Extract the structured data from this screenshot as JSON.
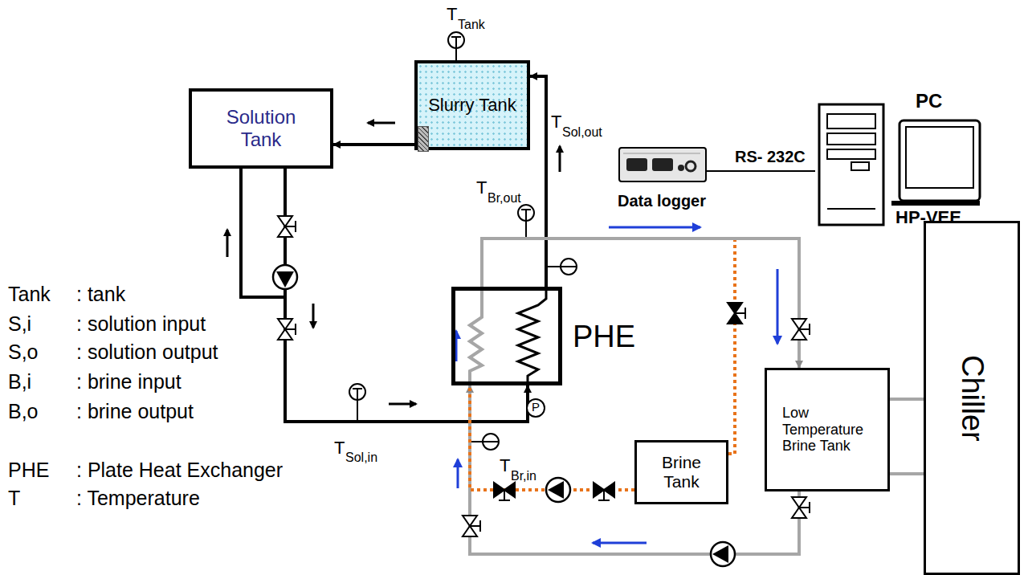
{
  "diagram": {
    "nodes": [
      {
        "text": [
          "Solution Tank"
        ]
      },
      {
        "text": [
          "Slurry Tank"
        ]
      },
      {
        "text": [
          "PHE"
        ]
      },
      {
        "text": [
          "Data logger"
        ]
      },
      {
        "text": [
          "PC",
          "HP-VEE"
        ]
      },
      {
        "text": [
          "Brine Tank"
        ]
      },
      {
        "text": [
          "Low Temperature Brine Tank"
        ]
      },
      {
        "text": [
          "Chiller"
        ]
      }
    ],
    "edges": [
      {
        "from": 0,
        "to": 2,
        "arrow": "to"
      },
      {
        "from": 2,
        "to": 1,
        "arrow": "to"
      },
      {
        "from": 1,
        "to": 0,
        "arrow": "to"
      },
      {
        "from": 3,
        "to": 4,
        "label": "RS- 232C",
        "arrow": "none"
      },
      {
        "from": 2,
        "to": 6,
        "arrow": "to"
      },
      {
        "from": 6,
        "to": 2,
        "arrow": "to"
      },
      {
        "from": 5,
        "to": 2,
        "arrow": "none"
      },
      {
        "from": 6,
        "to": 7,
        "arrow": "none"
      },
      {
        "from": 6,
        "to": 7,
        "arrow": "none"
      }
    ],
    "labels": [
      "T",
      "Tank",
      "T",
      "Sol,out",
      "T",
      "Br,out",
      "T",
      "Sol,in",
      "T",
      "Br,in",
      "P",
      "Tank",
      ": tank",
      "S,i",
      ": solution input",
      "S,o",
      ": solution output",
      "B,i",
      ": brine input",
      "B,o",
      ": brine output",
      "PHE",
      ": Plate Heat Exchanger",
      "T",
      ": Temperature"
    ]
  }
}
